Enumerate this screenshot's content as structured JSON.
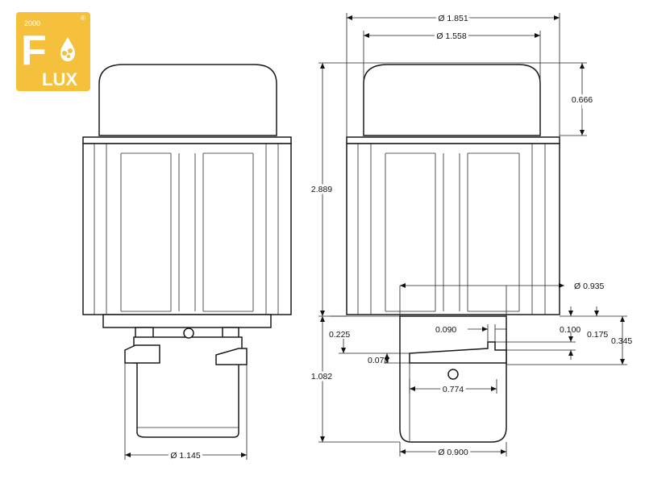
{
  "logo": {
    "year": "2000",
    "brand_letter": "F",
    "brand_rest": "LUX",
    "registered": "®",
    "color": "#f5c13c"
  },
  "dimensions": {
    "outer_diameter": "Ø 1.851",
    "cap_diameter": "Ø 1.558",
    "cap_height": "0.666",
    "total_height": "2.889",
    "inner_diameter": "Ø 0.935",
    "d_0090": "0.090",
    "d_0100": "0.100",
    "d_0225": "0.225",
    "d_0175": "0.175",
    "d_0345": "0.345",
    "d_0078": "0.078",
    "d_0774": "0.774",
    "d_1082": "1.082",
    "base_diameter_right": "Ø 0.900",
    "base_diameter_left": "Ø 1.145"
  },
  "colors": {
    "line": "#1a1a1a",
    "logo": "#f5c13c"
  }
}
